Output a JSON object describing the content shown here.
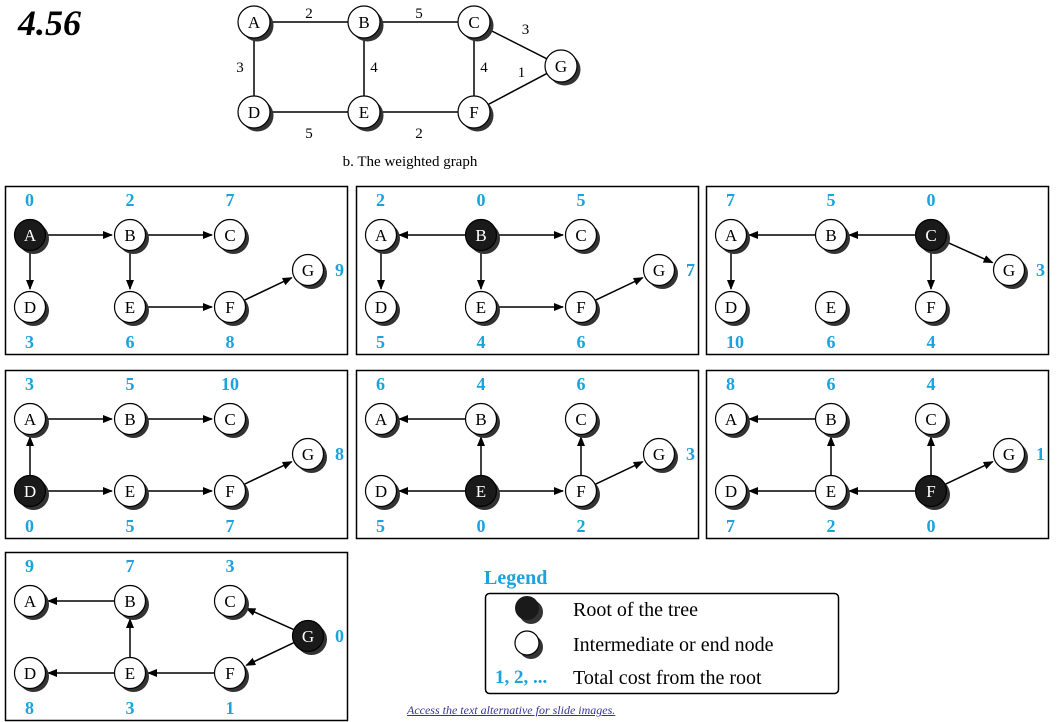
{
  "slide_number": "4.56",
  "access_link": "Access the text alternative for slide images.",
  "colors": {
    "accent": "#1aa3dc",
    "root": "#1a1a1a",
    "line": "#000000",
    "shadow": "#333333"
  },
  "graph": {
    "caption": "b. The weighted graph",
    "nodes": [
      "A",
      "B",
      "C",
      "D",
      "E",
      "F",
      "G"
    ],
    "edges": [
      {
        "from": "A",
        "to": "B",
        "w": "2"
      },
      {
        "from": "B",
        "to": "C",
        "w": "5"
      },
      {
        "from": "C",
        "to": "G",
        "w": "3"
      },
      {
        "from": "A",
        "to": "D",
        "w": "3"
      },
      {
        "from": "B",
        "to": "E",
        "w": "4"
      },
      {
        "from": "C",
        "to": "F",
        "w": "4"
      },
      {
        "from": "F",
        "to": "G",
        "w": "1"
      },
      {
        "from": "D",
        "to": "E",
        "w": "5"
      },
      {
        "from": "E",
        "to": "F",
        "w": "2"
      }
    ]
  },
  "trees": [
    {
      "root": "A",
      "costs": {
        "A": "0",
        "B": "2",
        "C": "7",
        "D": "3",
        "E": "6",
        "F": "8",
        "G": "9"
      },
      "arrows": [
        [
          "A",
          "B"
        ],
        [
          "B",
          "C"
        ],
        [
          "A",
          "D"
        ],
        [
          "B",
          "E"
        ],
        [
          "E",
          "F"
        ],
        [
          "F",
          "G"
        ]
      ]
    },
    {
      "root": "B",
      "costs": {
        "A": "2",
        "B": "0",
        "C": "5",
        "D": "5",
        "E": "4",
        "F": "6",
        "G": "7"
      },
      "arrows": [
        [
          "B",
          "A"
        ],
        [
          "B",
          "C"
        ],
        [
          "A",
          "D"
        ],
        [
          "B",
          "E"
        ],
        [
          "E",
          "F"
        ],
        [
          "F",
          "G"
        ]
      ]
    },
    {
      "root": "C",
      "costs": {
        "A": "7",
        "B": "5",
        "C": "0",
        "D": "10",
        "E": "6",
        "F": "4",
        "G": "3"
      },
      "arrows": [
        [
          "B",
          "A"
        ],
        [
          "C",
          "B"
        ],
        [
          "A",
          "D"
        ],
        [
          "C",
          "F"
        ],
        [
          "C",
          "G"
        ]
      ]
    },
    {
      "root": "D",
      "costs": {
        "A": "3",
        "B": "5",
        "C": "10",
        "D": "0",
        "E": "5",
        "F": "7",
        "G": "8"
      },
      "arrows": [
        [
          "D",
          "A"
        ],
        [
          "A",
          "B"
        ],
        [
          "B",
          "C"
        ],
        [
          "D",
          "E"
        ],
        [
          "E",
          "F"
        ],
        [
          "F",
          "G"
        ]
      ]
    },
    {
      "root": "E",
      "costs": {
        "A": "6",
        "B": "4",
        "C": "6",
        "D": "5",
        "E": "0",
        "F": "2",
        "G": "3"
      },
      "arrows": [
        [
          "B",
          "A"
        ],
        [
          "E",
          "B"
        ],
        [
          "F",
          "C"
        ],
        [
          "E",
          "D"
        ],
        [
          "E",
          "F"
        ],
        [
          "F",
          "G"
        ]
      ]
    },
    {
      "root": "F",
      "costs": {
        "A": "8",
        "B": "6",
        "C": "4",
        "D": "7",
        "E": "2",
        "F": "0",
        "G": "1"
      },
      "arrows": [
        [
          "B",
          "A"
        ],
        [
          "E",
          "B"
        ],
        [
          "F",
          "C"
        ],
        [
          "E",
          "D"
        ],
        [
          "F",
          "E"
        ],
        [
          "F",
          "G"
        ]
      ]
    },
    {
      "root": "G",
      "costs": {
        "A": "9",
        "B": "7",
        "C": "3",
        "D": "8",
        "E": "3",
        "F": "1",
        "G": "0"
      },
      "arrows": [
        [
          "B",
          "A"
        ],
        [
          "E",
          "B"
        ],
        [
          "G",
          "C"
        ],
        [
          "E",
          "D"
        ],
        [
          "F",
          "E"
        ],
        [
          "G",
          "F"
        ]
      ]
    }
  ],
  "legend": {
    "title": "Legend",
    "items": [
      {
        "symbol": "root-node",
        "label": "Root of the tree"
      },
      {
        "symbol": "intermediate-node",
        "label": "Intermediate or end node"
      },
      {
        "symbol_text": "1, 2, ...",
        "label": "Total cost from the root"
      }
    ]
  }
}
